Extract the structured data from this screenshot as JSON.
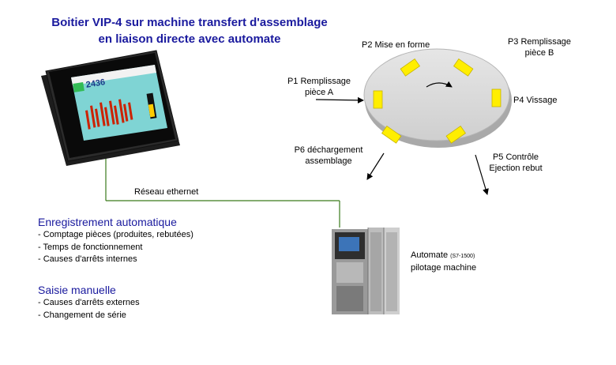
{
  "title": {
    "line1": "Boitier VIP-4 sur machine transfert d'assemblage",
    "line2": "en liaison directe avec automate"
  },
  "screen_display": {
    "value": "2436"
  },
  "network": {
    "label": "Réseau ethernet"
  },
  "stations": {
    "p1": [
      "P1 Remplissage",
      "pièce A"
    ],
    "p2": "P2 Mise en forme",
    "p3": [
      "P3 Remplissage",
      "pièce B"
    ],
    "p4": "P4 Vissage",
    "p5": [
      "P5 Contrôle",
      "Ejection rebut"
    ],
    "p6": [
      "P6 déchargement",
      "assemblage"
    ]
  },
  "auto_section": {
    "heading": "Enregistrement automatique",
    "items": [
      "- Comptage pièces (produites, rebutées)",
      "- Temps de fonctionnement",
      "- Causes d'arrêts internes"
    ]
  },
  "manual_section": {
    "heading": "Saisie manuelle",
    "items": [
      "- Causes d'arrêts externes",
      "- Changement de série"
    ]
  },
  "plc": {
    "label1": "Automate",
    "model": "(S7-1500)",
    "label2": "pilotage machine"
  },
  "colors": {
    "title": "#1a1a9e",
    "table": "#dcdcdc",
    "station_block": "#ffee00",
    "network_line": "#3a7a1a"
  }
}
